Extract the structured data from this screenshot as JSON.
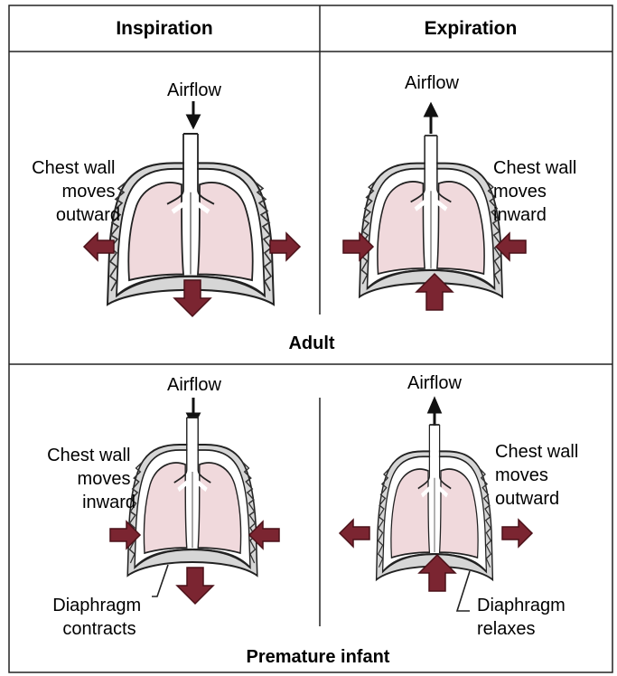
{
  "headers": {
    "inspiration": "Inspiration",
    "expiration": "Expiration"
  },
  "sections": {
    "adult": {
      "caption": "Adult",
      "inspiration": {
        "airflow": "Airflow",
        "chest_wall": [
          "Chest wall",
          "moves",
          "outward"
        ]
      },
      "expiration": {
        "airflow": "Airflow",
        "chest_wall": [
          "Chest wall",
          "moves",
          "inward"
        ]
      }
    },
    "premature_infant": {
      "caption": "Premature infant",
      "inspiration": {
        "airflow": "Airflow",
        "chest_wall": [
          "Chest wall",
          "moves",
          "inward"
        ],
        "diaphragm": [
          "Diaphragm",
          "contracts"
        ]
      },
      "expiration": {
        "airflow": "Airflow",
        "chest_wall": [
          "Chest wall",
          "moves",
          "outward"
        ],
        "diaphragm": [
          "Diaphragm",
          "relaxes"
        ]
      }
    }
  },
  "colors": {
    "arrow": "#7b2531",
    "lung": "#f0d9dc",
    "outline": "#222222",
    "rib": "#c8c8c8"
  }
}
